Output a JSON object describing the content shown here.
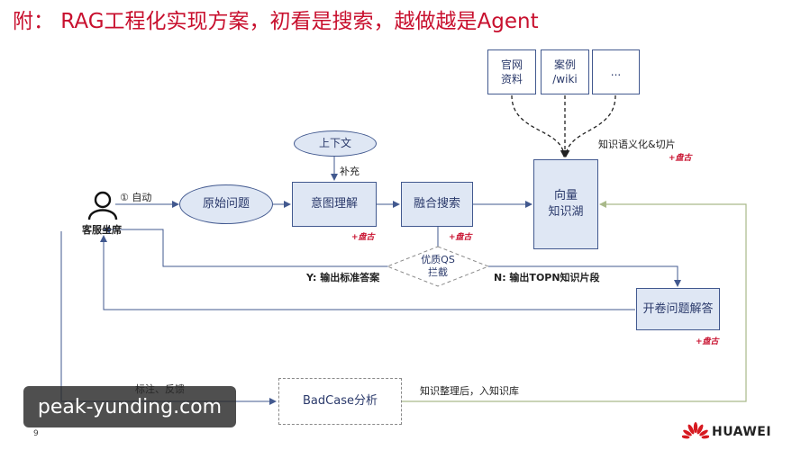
{
  "title": "附： RAG工程化实现方案，初看是搜索，越做越是Agent",
  "nodes": {
    "agent_role": "客服坐席",
    "orig_question": "原始问题",
    "context": "上下文",
    "intent": "意图理解",
    "fusion_search": "融合搜索",
    "vector_db": "向量\n知识湖",
    "qs_gate": "优质QS\n拦截",
    "open_qa": "开卷问题解答",
    "badcase": "BadCase分析",
    "src_official": "官网\n资料",
    "src_wiki": "案例\n/wiki",
    "src_more": "..."
  },
  "labels": {
    "auto": "① 自动",
    "supplement": "补充",
    "semantic_chunk": "知识语义化&切片",
    "yes_std": "Y:  输出标准答案",
    "no_topn": "N:  输出TOPN知识片段",
    "annotate": "标注、反馈",
    "curate": "知识整理后，入知识库",
    "plus": "+盘古"
  },
  "footer": {
    "watermark": "peak-yunding.com",
    "page": "9",
    "brand": "HUAWEI"
  },
  "colors": {
    "title": "#c8102e",
    "box_fill": "#dfe7f4",
    "box_border": "#42598f",
    "feedback_line": "#a9b98a",
    "accent": "#c8102e"
  }
}
